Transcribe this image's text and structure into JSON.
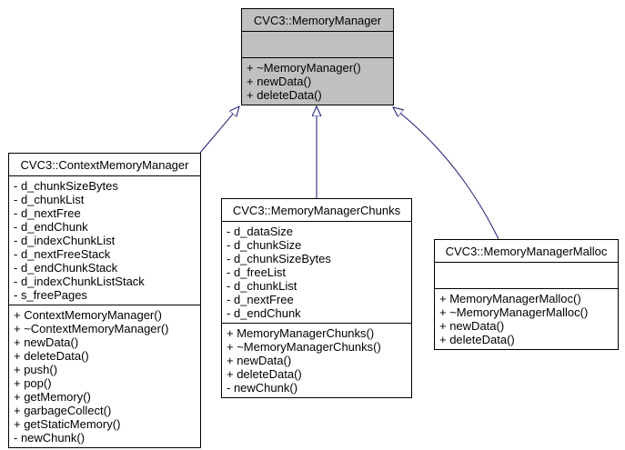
{
  "diagram": {
    "kind": "uml-inheritance-diagram",
    "colors": {
      "background": "#ffffff",
      "box_border": "#000000",
      "base_class_fill": "#c0c0c0",
      "derived_class_fill": "#ffffff",
      "arrow": "#191970",
      "text": "#000000"
    },
    "classes": {
      "memory_manager": {
        "name": "CVC3::MemoryManager",
        "attributes": [],
        "methods": [
          "+ ~MemoryManager()",
          "+ newData()",
          "+ deleteData()"
        ]
      },
      "context_memory_manager": {
        "name": "CVC3::ContextMemoryManager",
        "attributes": [
          "- d_chunkSizeBytes",
          "- d_chunkList",
          "- d_nextFree",
          "- d_endChunk",
          "- d_indexChunkList",
          "- d_nextFreeStack",
          "- d_endChunkStack",
          "- d_indexChunkListStack",
          "- s_freePages"
        ],
        "methods": [
          "+ ContextMemoryManager()",
          "+ ~ContextMemoryManager()",
          "+ newData()",
          "+ deleteData()",
          "+ push()",
          "+ pop()",
          "+ getMemory()",
          "+ garbageCollect()",
          "+ getStaticMemory()",
          "- newChunk()"
        ]
      },
      "memory_manager_chunks": {
        "name": "CVC3::MemoryManagerChunks",
        "attributes": [
          "- d_dataSize",
          "- d_chunkSize",
          "- d_chunkSizeBytes",
          "- d_freeList",
          "- d_chunkList",
          "- d_nextFree",
          "- d_endChunk"
        ],
        "methods": [
          "+ MemoryManagerChunks()",
          "+ ~MemoryManagerChunks()",
          "+ newData()",
          "+ deleteData()",
          "- newChunk()"
        ]
      },
      "memory_manager_malloc": {
        "name": "CVC3::MemoryManagerMalloc",
        "attributes": [],
        "methods": [
          "+ MemoryManagerMalloc()",
          "+ ~MemoryManagerMalloc()",
          "+ newData()",
          "+ deleteData()"
        ]
      }
    },
    "relations": [
      {
        "from": "CVC3::ContextMemoryManager",
        "to": "CVC3::MemoryManager",
        "type": "public inheritance"
      },
      {
        "from": "CVC3::MemoryManagerChunks",
        "to": "CVC3::MemoryManager",
        "type": "public inheritance"
      },
      {
        "from": "CVC3::MemoryManagerMalloc",
        "to": "CVC3::MemoryManager",
        "type": "public inheritance"
      }
    ]
  }
}
